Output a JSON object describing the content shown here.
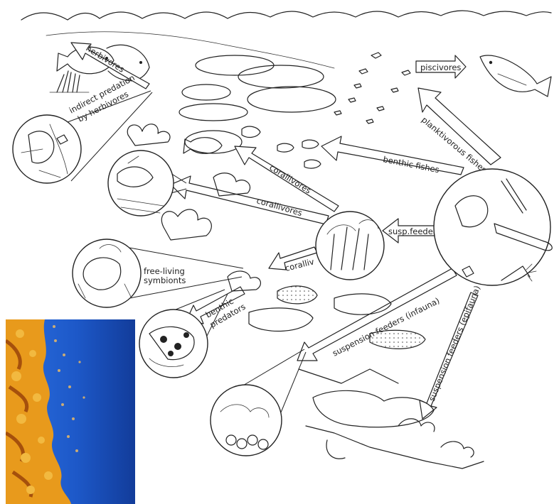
{
  "diagram": {
    "labels": {
      "herbivores": "herbivores",
      "indirect_predation": [
        "indirect predation",
        "by herbivores"
      ],
      "piscivores": "piscivores",
      "planktivorous_fishes": "planktivorous fishes",
      "benthic_fishes": "benthic fishes",
      "corallivores_1": "corallivores",
      "corallivores_2": "corallivores",
      "susp_feeders": "susp.feeders",
      "corallivores_3": "coralliv",
      "free_living_symbionts": [
        "free-living",
        "symbionts"
      ],
      "benthic_predators": [
        "benthic",
        "predators"
      ],
      "suspension_feeders_infauna": "suspension feeders (infauna)",
      "suspension_feeders_epifauna": "suspension feeders (epifauna)"
    },
    "colors": {
      "ink": "#222222",
      "photo_water": "#1f5fd0",
      "photo_water_deep": "#123c9a",
      "photo_coral": "#e89a1c",
      "photo_coral_dark": "#a5500c"
    },
    "photo": {
      "description_icon": "coral-reef-photo"
    }
  }
}
